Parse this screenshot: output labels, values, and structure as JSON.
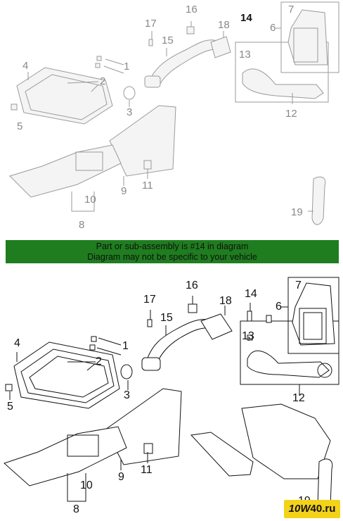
{
  "banner": {
    "line1": "Part or sub-assembly is #14 in diagram",
    "line2": "Diagram may not be specific to your vehicle",
    "color": "#1f7d1f"
  },
  "highlighted_part": "14",
  "callouts": {
    "n1": "1",
    "n2": "2",
    "n3": "3",
    "n4": "4",
    "n5": "5",
    "n6": "6",
    "n7": "7",
    "n8": "8",
    "n9": "9",
    "n10": "10",
    "n11": "11",
    "n12": "12",
    "n13": "13",
    "n14": "14",
    "n15": "15",
    "n16": "16",
    "n17": "17",
    "n18": "18",
    "n19": "19"
  },
  "watermark": {
    "part_a": "10",
    "part_b": "W",
    "part_c": "40",
    "part_d": ".ru"
  }
}
